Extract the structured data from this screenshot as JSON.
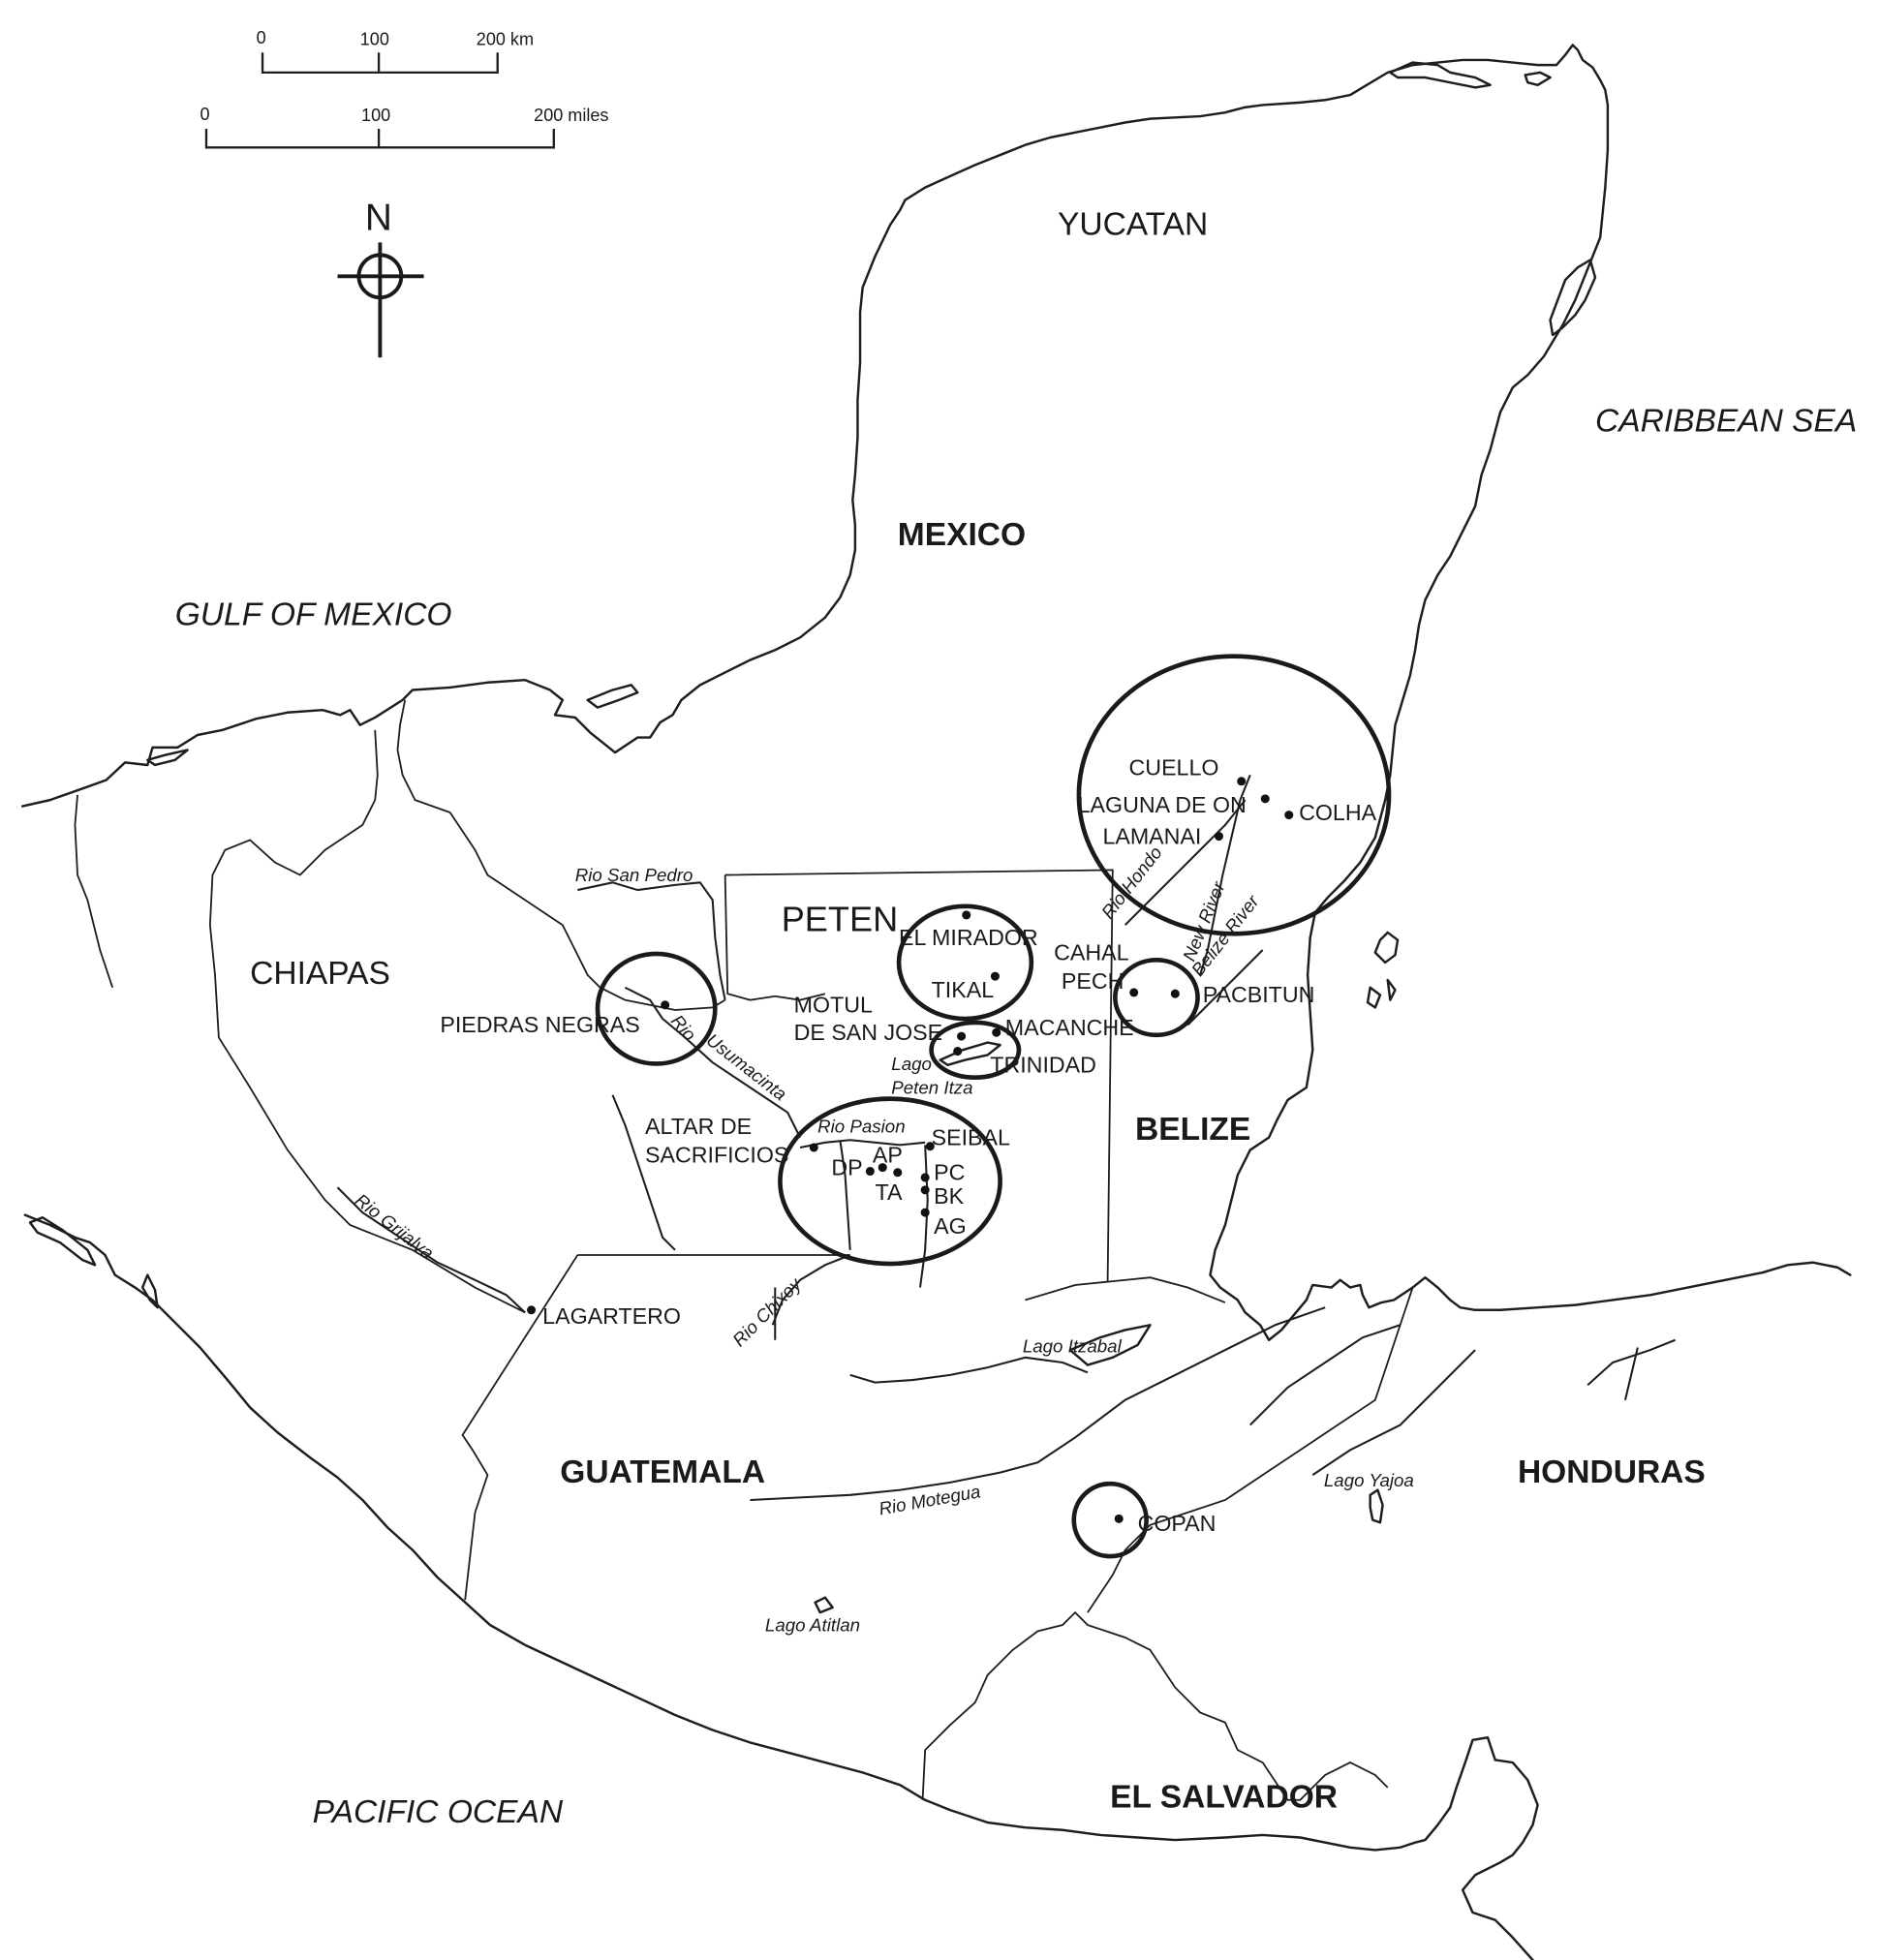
{
  "map": {
    "scale_km": {
      "ticks": [
        "0",
        "100",
        "200 km"
      ]
    },
    "scale_miles": {
      "ticks": [
        "0",
        "100",
        "200 miles"
      ]
    },
    "north_arrow": {
      "label": "N",
      "icon": "north-arrow-crosshair-icon"
    },
    "water_bodies": {
      "gulf": "GULF OF MEXICO",
      "caribbean": "CARIBBEAN SEA",
      "pacific": "PACIFIC OCEAN"
    },
    "countries": {
      "mexico": "MEXICO",
      "belize": "BELIZE",
      "guatemala": "GUATEMALA",
      "honduras": "HONDURAS",
      "el_salvador": "EL SALVADOR"
    },
    "regions": {
      "yucatan": "YUCATAN",
      "chiapas": "CHIAPAS",
      "peten": "PETEN"
    },
    "rivers": {
      "san_pedro": "Rio San Pedro",
      "usumacinta_1": "Rio",
      "usumacinta_2": "Usumacinta",
      "pasion": "Rio Pasion",
      "grijalva": "Rio Grijalva",
      "chixoy": "Rio Chixoy",
      "motegua": "Rio Motegua",
      "hondo": "Rio Hondo",
      "new_river": "New River",
      "belize_river": "Belize River"
    },
    "lakes": {
      "peten_itza_1": "Lago",
      "peten_itza_2": "Peten Itza",
      "itzabal": "Lago Itzabal",
      "yajoa": "Lago Yajoa",
      "atitlan": "Lago Atitlan"
    },
    "sites": {
      "cuello": "CUELLO",
      "laguna_de_on": "LAGUNA DE ON",
      "colha": "COLHA",
      "lamanai": "LAMANAI",
      "el_mirador": "EL MIRADOR",
      "tikal": "TIKAL",
      "cahal_pech_1": "CAHAL",
      "cahal_pech_2": "PECH",
      "pacbitun": "PACBITUN",
      "motul_1": "MOTUL",
      "motul_2": "DE SAN JOSE",
      "macanche": "MACANCHE",
      "trinidad": "TRINIDAD",
      "piedras_negras": "PIEDRAS NEGRAS",
      "altar_1": "ALTAR DE",
      "altar_2": "SACRIFICIOS",
      "seibal": "SEIBAL",
      "ap": "AP",
      "dp": "DP",
      "ta": "TA",
      "pc": "PC",
      "bk": "BK",
      "ag": "AG",
      "lagartero": "LAGARTERO",
      "copan": "COPAN"
    },
    "colors": {
      "ink": "#1a1a1a",
      "background": "#ffffff"
    }
  }
}
